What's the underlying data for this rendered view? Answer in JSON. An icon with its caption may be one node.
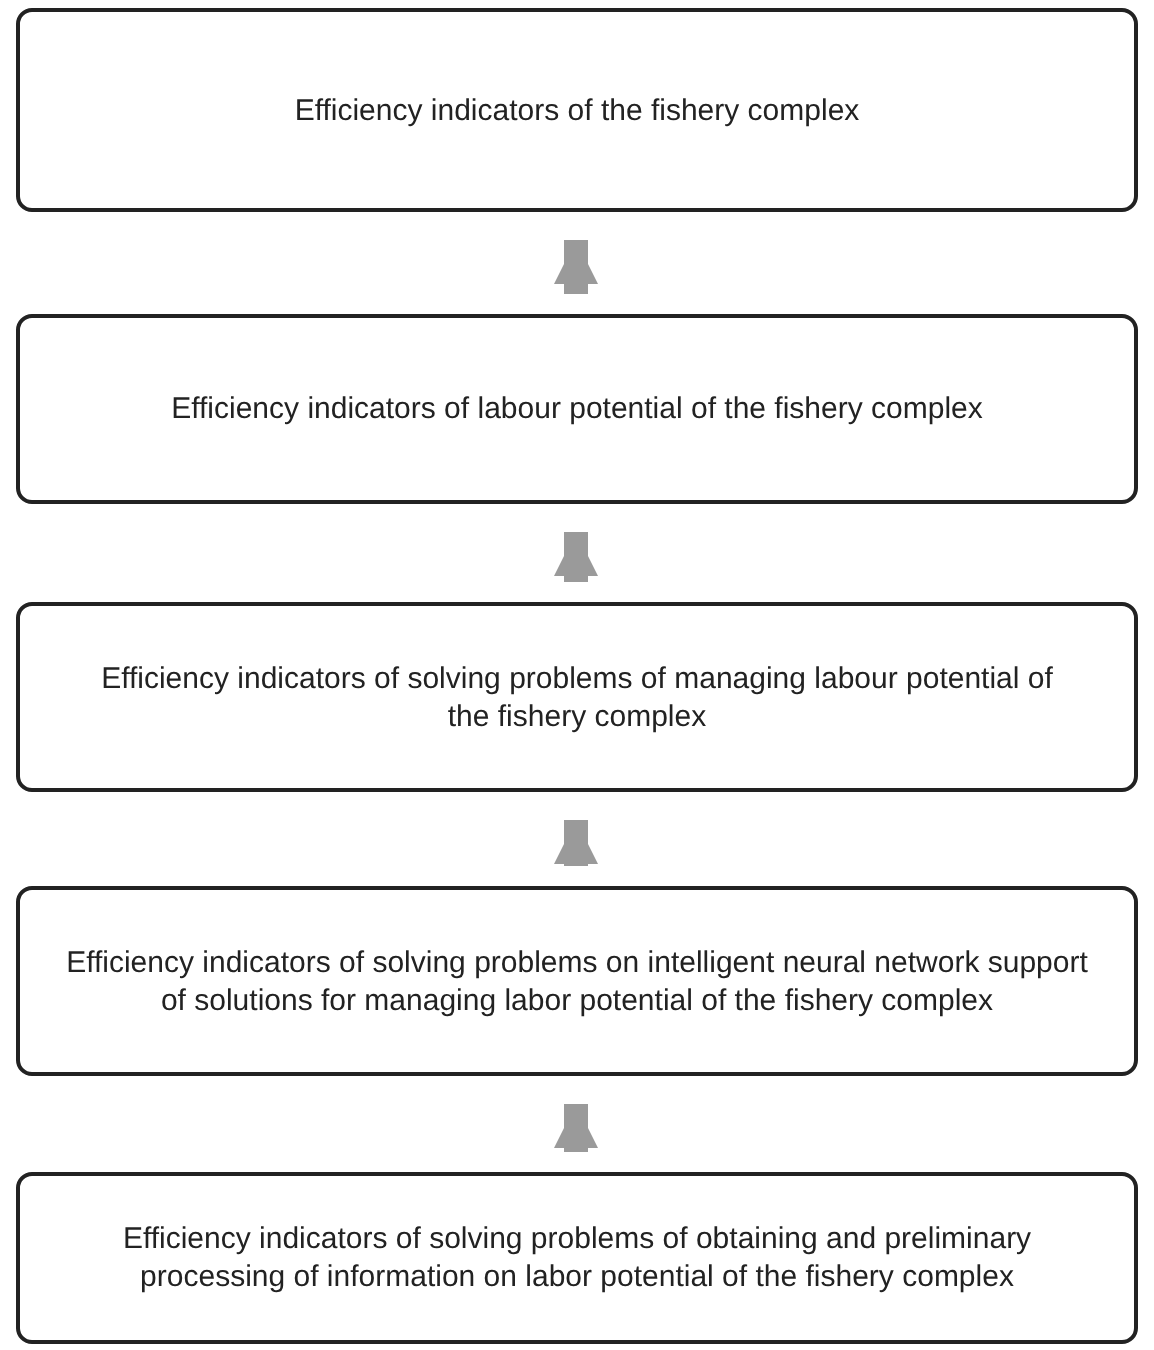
{
  "diagram": {
    "nodes": [
      {
        "text": [
          "Efficiency indicators of the fishery complex"
        ]
      },
      {
        "text": [
          "Efficiency indicators of labour potential of the fishery complex"
        ]
      },
      {
        "text": [
          "Efficiency indicators of solving problems of managing labour potential of the fishery complex"
        ]
      },
      {
        "text": [
          "Efficiency indicators of solving problems on intelligent neural network support of solutions for managing labor potential of the fishery complex"
        ]
      },
      {
        "text": [
          "Efficiency indicators of solving problems of obtaining and preliminary processing of information on labor potential of the fishery complex"
        ]
      }
    ],
    "edges": [
      {
        "from": 1,
        "to": 0,
        "arrow": "to"
      },
      {
        "from": 2,
        "to": 1,
        "arrow": "to"
      },
      {
        "from": 3,
        "to": 2,
        "arrow": "to"
      },
      {
        "from": 4,
        "to": 3,
        "arrow": "to"
      }
    ]
  }
}
